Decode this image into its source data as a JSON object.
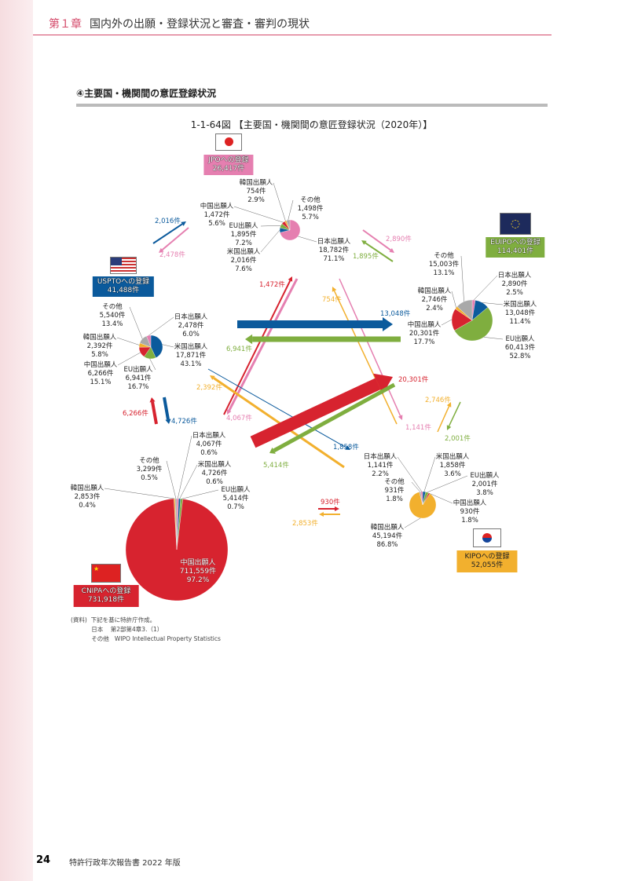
{
  "header": {
    "chapter": "第１章",
    "title": "国内外の出願・登録状況と審査・審判の現状"
  },
  "section_title": "④主要国・機関間の意匠登録状況",
  "figure_title": "1-1-64図 【主要国・機関間の意匠登録状況（2020年）】",
  "colors": {
    "JP": "#e57fb0",
    "US": "#0b5a9c",
    "EU": "#7fae3f",
    "CN": "#d7232f",
    "KR": "#f2b02e",
    "other": "#a9a9a9"
  },
  "offices": {
    "JPO": {
      "title": "JPOへの登録",
      "total": "26,417件",
      "color": "#e57fb0"
    },
    "USPTO": {
      "title": "USPTOへの登録",
      "total": "41,488件",
      "color": "#0b5a9c"
    },
    "EUIPO": {
      "title": "EUIPOへの登録",
      "total": "114,401件",
      "color": "#7fae3f"
    },
    "CNIPA": {
      "title": "CNIPAへの登録",
      "total": "731,918件",
      "color": "#d7232f"
    },
    "KIPO": {
      "title": "KIPOへの登録",
      "total": "52,055件",
      "color": "#f2b02e"
    }
  },
  "chart_data": [
    {
      "type": "pie",
      "office": "JPO",
      "slices": [
        {
          "label": "日本出願人",
          "count": "18,782件",
          "pct": "71.1%",
          "value": 71.1,
          "c": "JP"
        },
        {
          "label": "米国出願人",
          "count": "2,016件",
          "pct": "7.6%",
          "value": 7.6,
          "c": "US"
        },
        {
          "label": "EU出願人",
          "count": "1,895件",
          "pct": "7.2%",
          "value": 7.2,
          "c": "EU"
        },
        {
          "label": "中国出願人",
          "count": "1,472件",
          "pct": "5.6%",
          "value": 5.6,
          "c": "CN"
        },
        {
          "label": "韓国出願人",
          "count": "754件",
          "pct": "2.9%",
          "value": 2.9,
          "c": "KR"
        },
        {
          "label": "その他",
          "count": "1,498件",
          "pct": "5.7%",
          "value": 5.7,
          "c": "other"
        }
      ]
    },
    {
      "type": "pie",
      "office": "USPTO",
      "slices": [
        {
          "label": "米国出願人",
          "count": "17,871件",
          "pct": "43.1%",
          "value": 43.1,
          "c": "US"
        },
        {
          "label": "EU出願人",
          "count": "6,941件",
          "pct": "16.7%",
          "value": 16.7,
          "c": "EU"
        },
        {
          "label": "中国出願人",
          "count": "6,266件",
          "pct": "15.1%",
          "value": 15.1,
          "c": "CN"
        },
        {
          "label": "韓国出願人",
          "count": "2,392件",
          "pct": "5.8%",
          "value": 5.8,
          "c": "KR"
        },
        {
          "label": "その他",
          "count": "5,540件",
          "pct": "13.4%",
          "value": 13.4,
          "c": "other"
        },
        {
          "label": "日本出願人",
          "count": "2,478件",
          "pct": "6.0%",
          "value": 6.0,
          "c": "JP"
        }
      ]
    },
    {
      "type": "pie",
      "office": "EUIPO",
      "slices": [
        {
          "label": "日本出願人",
          "count": "2,890件",
          "pct": "2.5%",
          "value": 2.5,
          "c": "JP"
        },
        {
          "label": "米国出願人",
          "count": "13,048件",
          "pct": "11.4%",
          "value": 11.4,
          "c": "US"
        },
        {
          "label": "EU出願人",
          "count": "60,413件",
          "pct": "52.8%",
          "value": 52.8,
          "c": "EU"
        },
        {
          "label": "中国出願人",
          "count": "20,301件",
          "pct": "17.7%",
          "value": 17.7,
          "c": "CN"
        },
        {
          "label": "韓国出願人",
          "count": "2,746件",
          "pct": "2.4%",
          "value": 2.4,
          "c": "KR"
        },
        {
          "label": "その他",
          "count": "15,003件",
          "pct": "13.1%",
          "value": 13.1,
          "c": "other"
        }
      ]
    },
    {
      "type": "pie",
      "office": "CNIPA",
      "slices": [
        {
          "label": "日本出願人",
          "count": "4,067件",
          "pct": "0.6%",
          "value": 0.6,
          "c": "JP"
        },
        {
          "label": "米国出願人",
          "count": "4,726件",
          "pct": "0.6%",
          "value": 0.6,
          "c": "US"
        },
        {
          "label": "EU出願人",
          "count": "5,414件",
          "pct": "0.7%",
          "value": 0.7,
          "c": "EU"
        },
        {
          "label": "中国出願人",
          "count": "711,559件",
          "pct": "97.2%",
          "value": 97.2,
          "c": "CN"
        },
        {
          "label": "韓国出願人",
          "count": "2,853件",
          "pct": "0.4%",
          "value": 0.4,
          "c": "KR"
        },
        {
          "label": "その他",
          "count": "3,299件",
          "pct": "0.5%",
          "value": 0.5,
          "c": "other"
        }
      ]
    },
    {
      "type": "pie",
      "office": "KIPO",
      "slices": [
        {
          "label": "米国出願人",
          "count": "1,858件",
          "pct": "3.6%",
          "value": 3.6,
          "c": "US"
        },
        {
          "label": "EU出願人",
          "count": "2,001件",
          "pct": "3.8%",
          "value": 3.8,
          "c": "EU"
        },
        {
          "label": "中国出願人",
          "count": "930件",
          "pct": "1.8%",
          "value": 1.8,
          "c": "CN"
        },
        {
          "label": "韓国出願人",
          "count": "45,194件",
          "pct": "86.8%",
          "value": 86.8,
          "c": "KR"
        },
        {
          "label": "その他",
          "count": "931件",
          "pct": "1.8%",
          "value": 1.8,
          "c": "other"
        },
        {
          "label": "日本出願人",
          "count": "1,141件",
          "pct": "2.2%",
          "value": 2.2,
          "c": "JP"
        }
      ]
    }
  ],
  "flows": [
    {
      "label": "2,016件",
      "from": "US",
      "to": "JPO",
      "value": 2016
    },
    {
      "label": "2,478件",
      "from": "JP",
      "to": "USPTO",
      "value": 2478
    },
    {
      "label": "2,890件",
      "from": "JP",
      "to": "EUIPO",
      "value": 2890
    },
    {
      "label": "1,895件",
      "from": "EU",
      "to": "JPO",
      "value": 1895
    },
    {
      "label": "1,472件",
      "from": "CN",
      "to": "JPO",
      "value": 1472
    },
    {
      "label": "4,067件",
      "from": "JP",
      "to": "CNIPA",
      "value": 4067
    },
    {
      "label": "754件",
      "from": "KR",
      "to": "JPO",
      "value": 754
    },
    {
      "label": "1,141件",
      "from": "JP",
      "to": "KIPO",
      "value": 1141
    },
    {
      "label": "13,048件",
      "from": "US",
      "to": "EUIPO",
      "value": 13048
    },
    {
      "label": "6,941件",
      "from": "EU",
      "to": "USPTO",
      "value": 6941
    },
    {
      "label": "6,266件",
      "from": "CN",
      "to": "USPTO",
      "value": 6266
    },
    {
      "label": "4,726件",
      "from": "US",
      "to": "CNIPA",
      "value": 4726
    },
    {
      "label": "1,858件",
      "from": "US",
      "to": "KIPO",
      "value": 1858
    },
    {
      "label": "2,392件",
      "from": "KR",
      "to": "USPTO",
      "value": 2392
    },
    {
      "label": "20,301件",
      "from": "CN",
      "to": "EUIPO",
      "value": 20301
    },
    {
      "label": "5,414件",
      "from": "EU",
      "to": "CNIPA",
      "value": 5414
    },
    {
      "label": "2,746件",
      "from": "KR",
      "to": "EUIPO",
      "value": 2746
    },
    {
      "label": "2,001件",
      "from": "EU",
      "to": "KIPO",
      "value": 2001
    },
    {
      "label": "930件",
      "from": "CN",
      "to": "KIPO",
      "value": 930
    },
    {
      "label": "2,853件",
      "from": "KR",
      "to": "CNIPA",
      "value": 2853
    }
  ],
  "source": {
    "line1": "(資料)  下記を基に特許庁作成。",
    "line2": "           日本    第2部第4章3.（1）",
    "line3": "           その他   WIPO Intellectual Property Statistics"
  },
  "footer": {
    "page": "24",
    "publication": "特許行政年次報告書 2022 年版"
  }
}
